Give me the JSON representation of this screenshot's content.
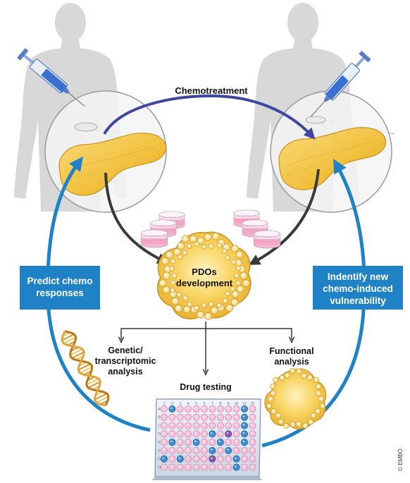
{
  "labels": {
    "chemotreatment": "Chemotreatment",
    "pdo_line1": "PDOs",
    "pdo_line2": "development",
    "predict_line1": "Predict chemo",
    "predict_line2": "responses",
    "identify_line1": "Indentify new",
    "identify_line2": "chemo-induced",
    "identify_line3": "vulnerability",
    "genetic_line1": "Genetic/",
    "genetic_line2": "transcriptomic",
    "genetic_line3": "analysis",
    "functional_line1": "Functional",
    "functional_line2": "analysis",
    "drug_testing": "Drug testing",
    "copyright": "© EMBO"
  },
  "plate": {
    "columns": [
      "1",
      "2",
      "3",
      "4",
      "5",
      "6",
      "7",
      "8",
      "9",
      "10",
      "11",
      "12"
    ],
    "rows": [
      "A",
      "B",
      "C",
      "D",
      "E",
      "F",
      "G",
      "H"
    ],
    "blue_wells": [
      "A2",
      "A11",
      "B11",
      "C11",
      "D7",
      "D11",
      "E2",
      "E5",
      "E8",
      "E11",
      "F7",
      "F9",
      "G1",
      "G3",
      "G10",
      "H10"
    ],
    "purple_wells": [
      "D9",
      "G7"
    ]
  },
  "colors": {
    "blue_box": "#1f82c7",
    "blue_arrow": "#1f82c7",
    "chemo_arrow": "#3f46a0",
    "dark_arrow": "#3a3a3a",
    "pancreas": "#f2c44a",
    "silhouette": "#d9d9d9"
  }
}
